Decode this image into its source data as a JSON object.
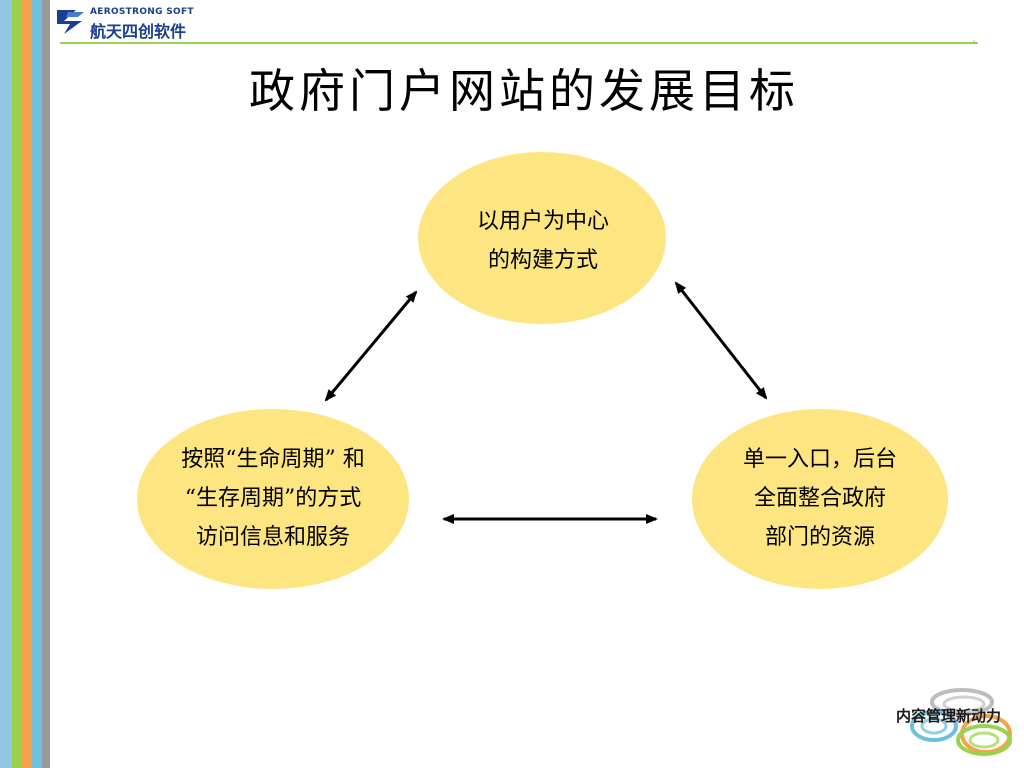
{
  "colors": {
    "stripes": [
      "#8fc6e0",
      "#9bd14f",
      "#f4a24c",
      "#6ec0dc",
      "#9a9a9a"
    ],
    "node_fill": "#fde682",
    "header_line": "#9bd14f",
    "logo_blue": "#1a3f8f",
    "arrow": "#000000"
  },
  "header": {
    "logo_en": "AEROSTRONG SOFT",
    "logo_cn": "航天四创软件"
  },
  "slide": {
    "title": "政府门户网站的发展目标"
  },
  "diagram": {
    "nodes": {
      "top": "以用户为中心\n的构建方式",
      "left": "按照“生命周期” 和\n“生存周期”的方式\n访问信息和服务",
      "right": "单一入口，后台\n全面整合政府\n部门的资源"
    },
    "arrows": [
      {
        "from": "top",
        "to": "left",
        "bidirectional": true
      },
      {
        "from": "top",
        "to": "right",
        "bidirectional": true
      },
      {
        "from": "left",
        "to": "right",
        "bidirectional": true
      }
    ]
  },
  "footer": {
    "tagline": "内容管理新动力"
  }
}
